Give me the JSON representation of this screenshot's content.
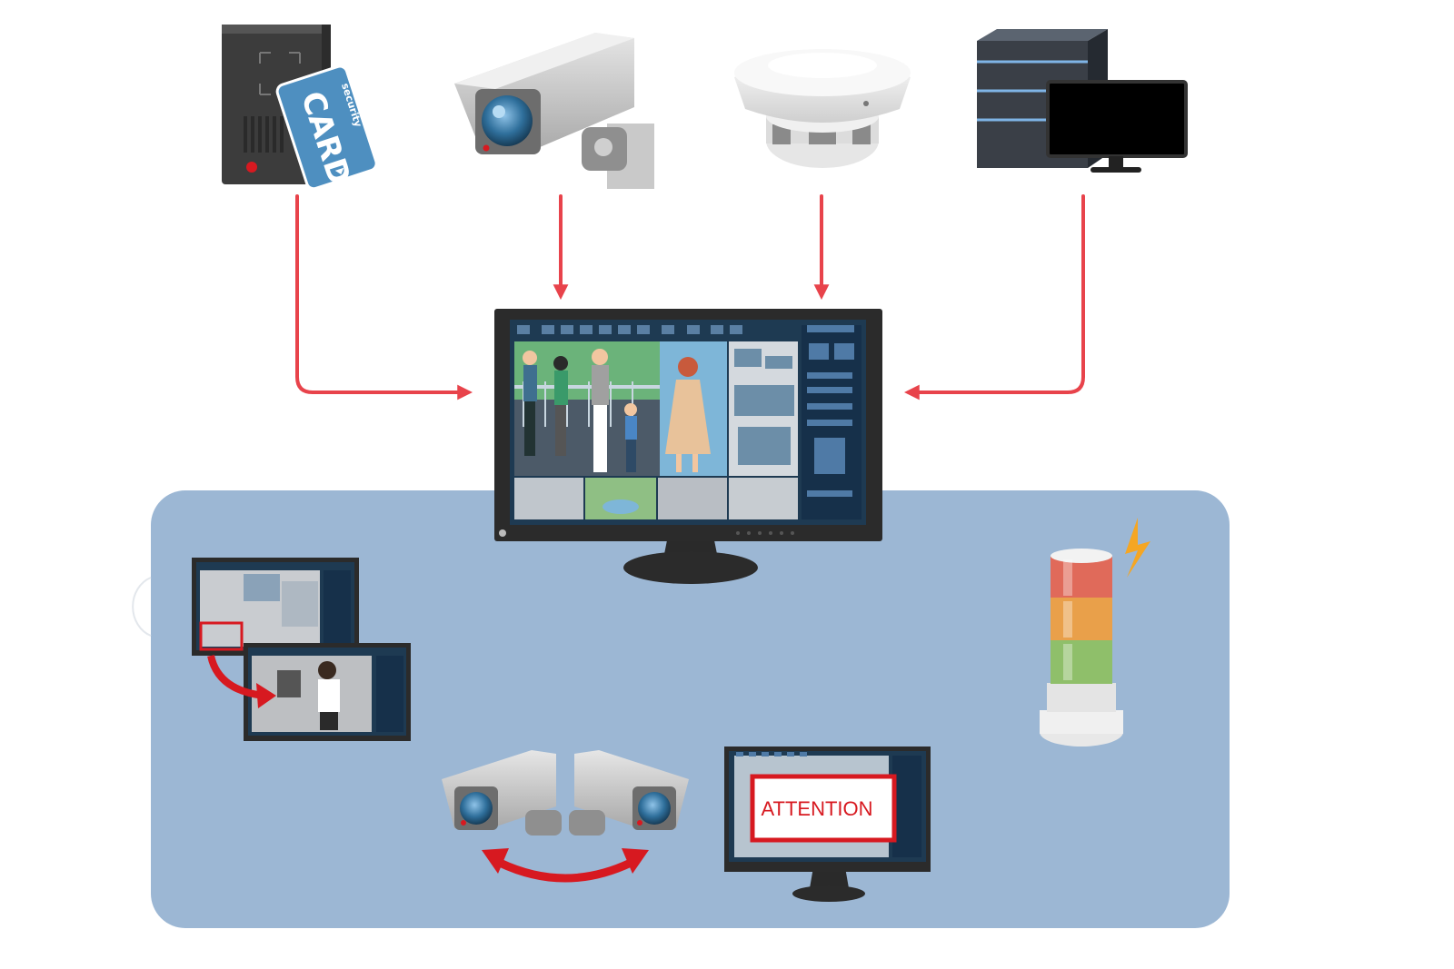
{
  "card_reader": {
    "card_small_text": "security",
    "card_big_text": "CARD"
  },
  "attention_monitor": {
    "alert_text": "ATTENTION"
  },
  "colors": {
    "arrow": "#e8434b",
    "control_area": "#9cb7d4",
    "monitor_frame": "#2b2b2b",
    "screen_ui": "#1e3a52",
    "alert_red": "#d71920"
  },
  "icons": [
    "card-reader-icon",
    "security-camera-icon",
    "smoke-detector-icon",
    "server-computer-icon",
    "central-monitor-icon",
    "signal-tower-light-icon",
    "lightning-icon",
    "camera-pair-icon"
  ]
}
